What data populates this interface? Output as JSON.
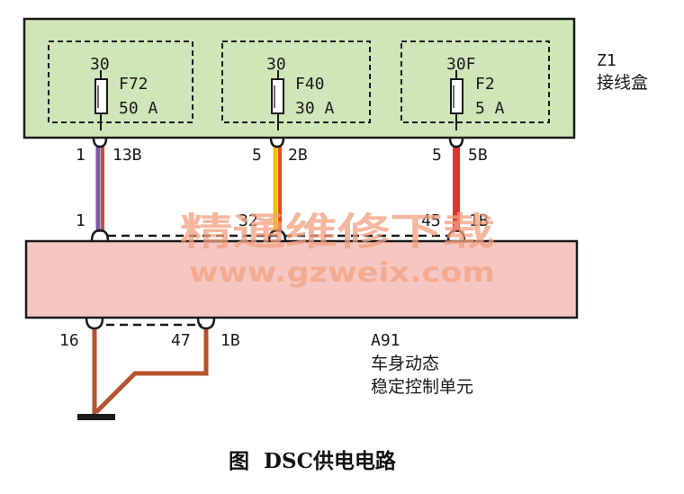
{
  "junction_box": {
    "code": "Z1",
    "name": "接线盒",
    "fuses": [
      {
        "terminal": "30",
        "id": "F72",
        "rating": "50 A"
      },
      {
        "terminal": "30",
        "id": "F40",
        "rating": "30 A"
      },
      {
        "terminal": "30F",
        "id": "F2",
        "rating": "5 A"
      }
    ]
  },
  "wires": [
    {
      "top_pin": "1",
      "top_connector": "13B",
      "bottom_pin": "1",
      "bottom_connector": "",
      "color_a": "#7a5aa8",
      "color_b": "#c8502a"
    },
    {
      "top_pin": "5",
      "top_connector": "2B",
      "bottom_pin": "32",
      "bottom_connector": "",
      "color_a": "#f2c000",
      "color_b": "#e84a20"
    },
    {
      "top_pin": "5",
      "top_connector": "5B",
      "bottom_pin": "45",
      "bottom_connector": "1B",
      "color_a": "#e8302a",
      "color_b": "#e8302a"
    }
  ],
  "control_unit": {
    "code": "A91",
    "name_line1": "车身动态",
    "name_line2": "稳定控制单元",
    "ground_pins": [
      {
        "pin": "16",
        "connector": ""
      },
      {
        "pin": "47",
        "connector": "1B"
      }
    ]
  },
  "watermark": {
    "text": "精通维修下载",
    "url": "www.gzweix.com"
  },
  "caption": "图  DSC供电电路",
  "colors": {
    "junction_fill": "#cfe6b8",
    "module_fill": "#f6c7c2",
    "ground_wire": "#b5532e",
    "outline": "#1a1a1a"
  }
}
